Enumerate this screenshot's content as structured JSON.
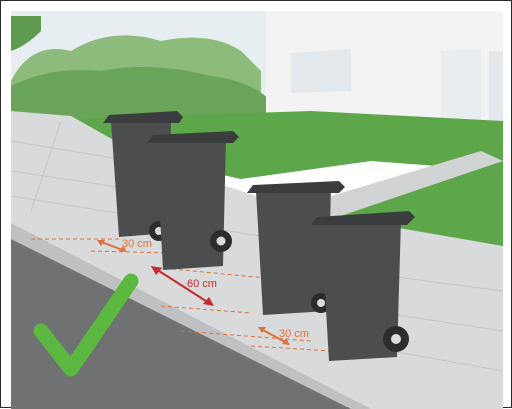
{
  "colors": {
    "sky": "#e7eef2",
    "hills": "#7fb06d",
    "grass": "#5ea64a",
    "pavement": "#d9dadb",
    "curb": "#c9cacb",
    "road": "#6e6f71",
    "bin": "#4b4d4f",
    "bin_dark": "#3a3c3e",
    "house": "#f2f2f2",
    "spacing_orange": "#e0703a",
    "spacing_red": "#c8282f",
    "checkmark": "#5cb840"
  },
  "icons": {
    "approval": "checkmark-icon"
  },
  "measurements": {
    "gap_left": "30 cm",
    "gap_middle": "60 cm",
    "gap_right": "30 cm"
  }
}
